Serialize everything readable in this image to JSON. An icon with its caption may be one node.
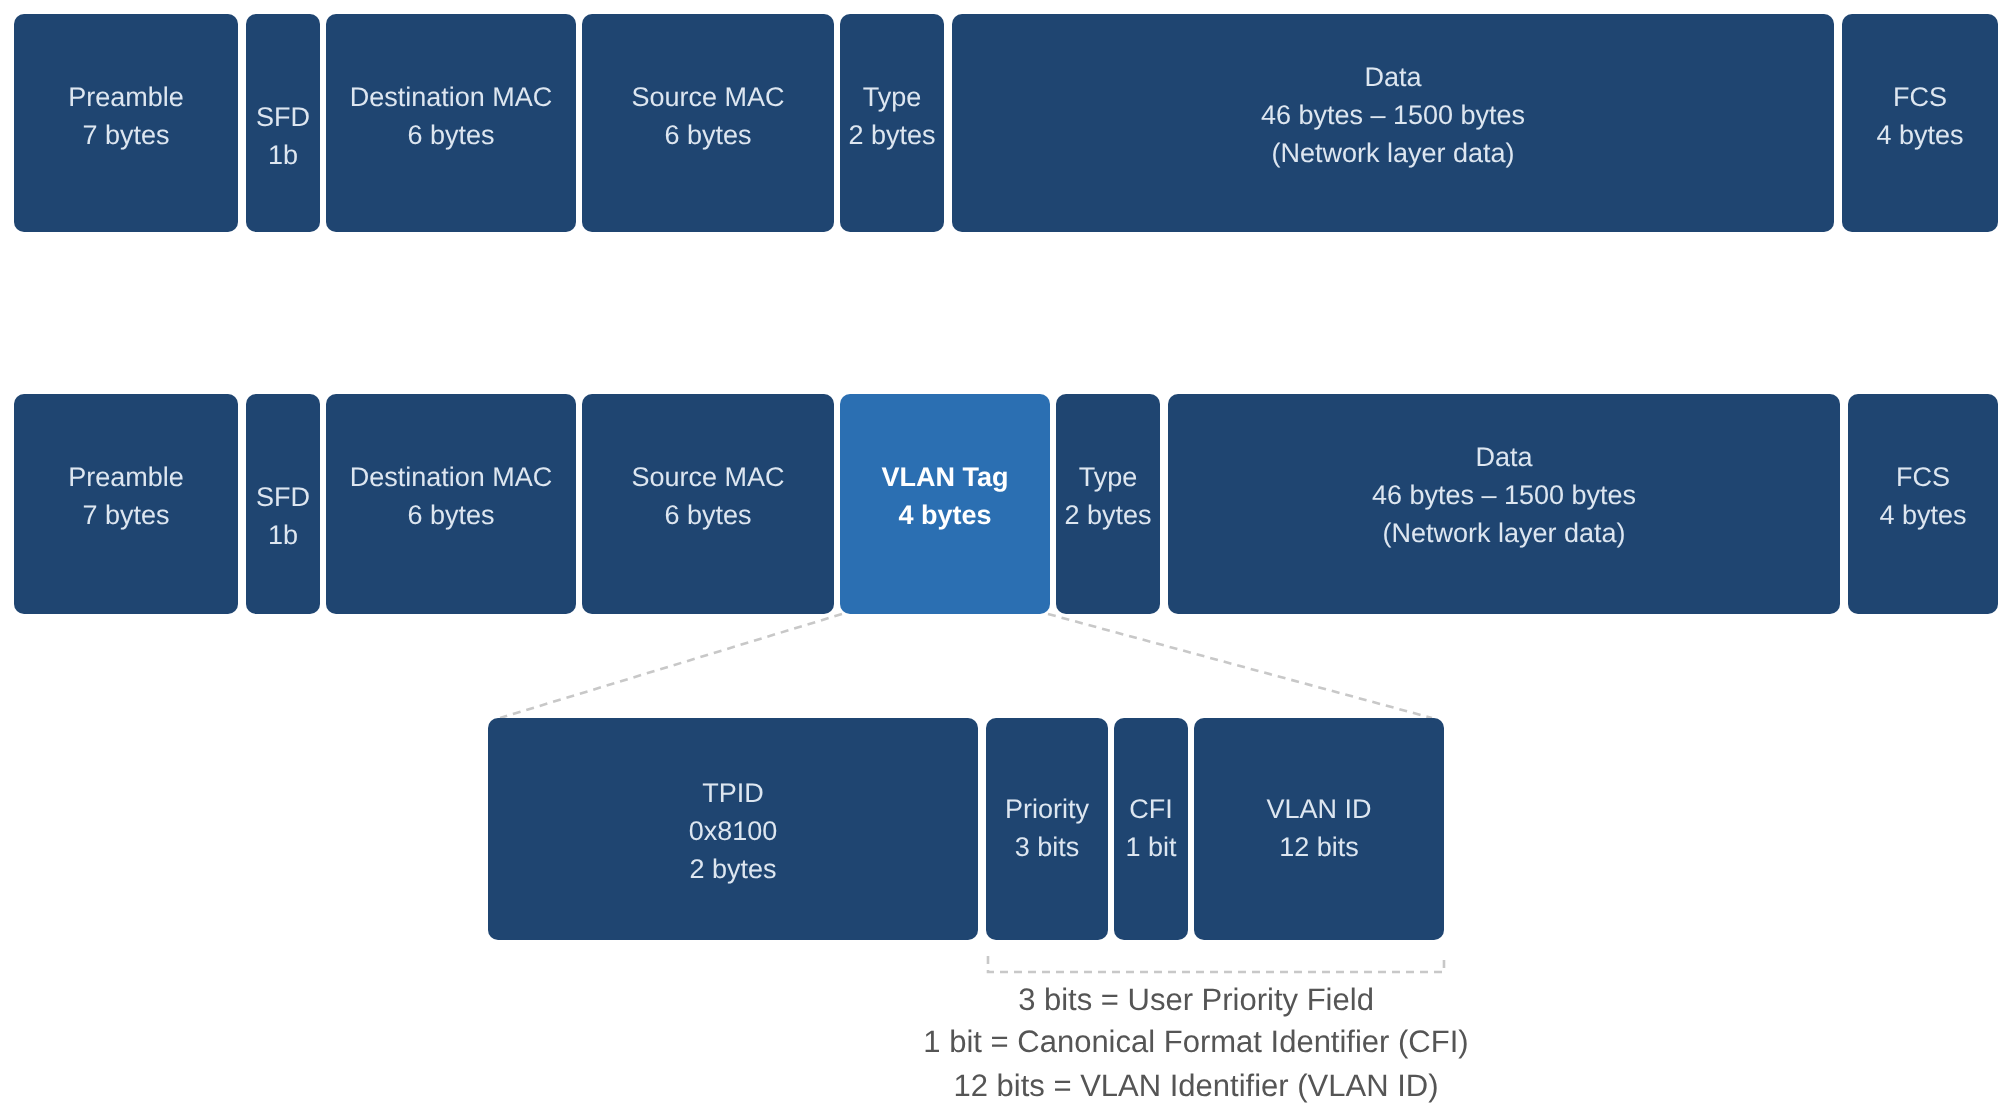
{
  "diagram": {
    "nodes": [
      {
        "text": [
          "Preamble",
          "7 bytes"
        ]
      },
      {
        "text": [
          "SFD",
          "1b"
        ]
      },
      {
        "text": [
          "Destination MAC",
          "6 bytes"
        ]
      },
      {
        "text": [
          "Source MAC",
          "6 bytes"
        ]
      },
      {
        "text": [
          "Type",
          "2 bytes"
        ]
      },
      {
        "text": [
          "Data",
          "46 bytes – 1500 bytes",
          "(Network layer data)"
        ]
      },
      {
        "text": [
          "FCS",
          "4 bytes"
        ]
      },
      {
        "text": [
          "Preamble",
          "7 bytes"
        ]
      },
      {
        "text": [
          "SFD",
          "1b"
        ]
      },
      {
        "text": [
          "Destination MAC",
          "6 bytes"
        ]
      },
      {
        "text": [
          "Source MAC",
          "6 bytes"
        ]
      },
      {
        "text": [
          "VLAN Tag",
          "4 bytes"
        ]
      },
      {
        "text": [
          "Type",
          "2 bytes"
        ]
      },
      {
        "text": [
          "Data",
          "46 bytes – 1500 bytes",
          "(Network layer data)"
        ]
      },
      {
        "text": [
          "FCS",
          "4 bytes"
        ]
      },
      {
        "text": [
          "TPID",
          "0x8100",
          "2 bytes"
        ]
      },
      {
        "text": [
          "Priority",
          "3 bits"
        ]
      },
      {
        "text": [
          "CFI",
          "1 bit"
        ]
      },
      {
        "text": [
          "VLAN ID",
          "12 bits"
        ]
      }
    ],
    "edges": [
      {
        "from": 11,
        "to": 15,
        "arrow": "none",
        "style": "dashed"
      },
      {
        "from": 11,
        "to": 18,
        "arrow": "none",
        "style": "dashed"
      }
    ],
    "labels": [
      "3 bits = User Priority Field",
      "1 bit = Canonical Format Identifier (CFI)",
      "12 bits = VLAN Identifier (VLAN ID)"
    ]
  }
}
